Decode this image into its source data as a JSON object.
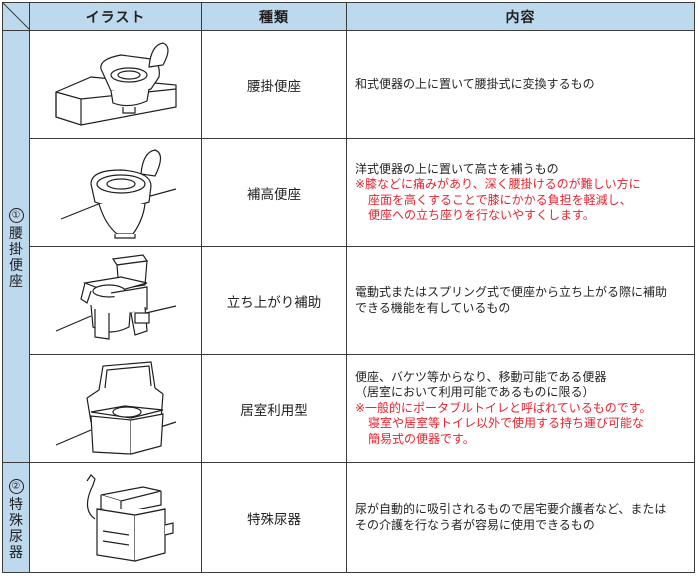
{
  "header": {
    "illust": "イラスト",
    "kind": "種類",
    "content": "内容"
  },
  "categories": [
    {
      "num": "①",
      "label": [
        "腰",
        "掛",
        "便",
        "座"
      ]
    },
    {
      "num": "②",
      "label": [
        "特",
        "殊",
        "尿",
        "器"
      ]
    }
  ],
  "rows": [
    {
      "kind": "腰掛便座",
      "desc": [
        "和式便器の上に置いて腰掛式に変換するもの"
      ],
      "note": []
    },
    {
      "kind": "補高便座",
      "desc": [
        "洋式便器の上に置いて高さを補うもの"
      ],
      "note": [
        "※膝などに痛みがあり、深く腰掛けるのが難しい方に",
        "座面を高くすることで膝にかかる負担を軽減し、",
        "便座への立ち座りを行ないやすくします。"
      ]
    },
    {
      "kind": "立ち上がり補助",
      "desc": [
        "電動式またはスプリング式で便座から立ち上がる際に補助",
        "できる機能を有しているもの"
      ],
      "note": []
    },
    {
      "kind": "居室利用型",
      "desc": [
        "便座、バケツ等からなり、移動可能である便器",
        "（居室において利用可能であるものに限る）"
      ],
      "note": [
        "※一般的にポータブルトイレと呼ばれているものです。",
        "寝室や居室等トイレ以外で使用する持ち運び可能な",
        "簡易式の便器です。"
      ]
    },
    {
      "kind": "特殊尿器",
      "desc": [
        "尿が自動的に吸引されるもので居宅要介護者など、または",
        "その介護を行なう者が容易に使用できるもの"
      ],
      "note": []
    }
  ]
}
